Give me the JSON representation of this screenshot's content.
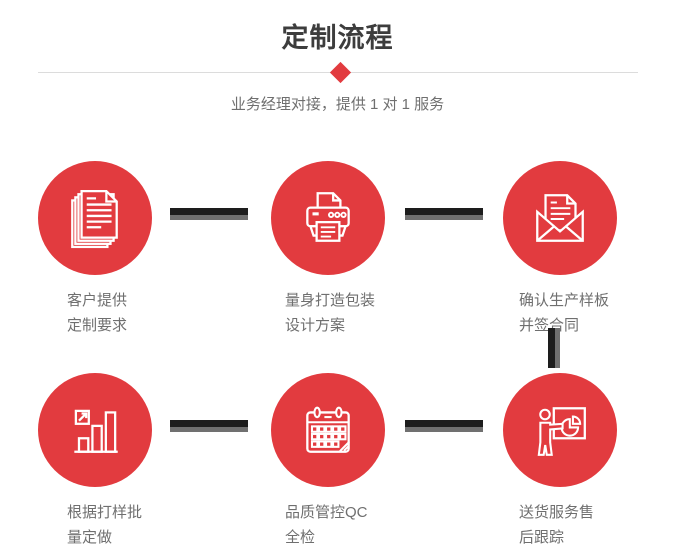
{
  "header": {
    "title": "定制流程",
    "subtitle": "业务经理对接，提供 1 对 1 服务"
  },
  "colors": {
    "accent_red": "#e23b3f",
    "title_text": "#3d3d3d",
    "body_text": "#6f6f6f",
    "connector_dark": "#1d1d1d",
    "connector_gray": "#707070",
    "divider_gray": "#dcdcdc",
    "icon_stroke": "#ffffff"
  },
  "steps": [
    {
      "icon": "documents-icon",
      "label": [
        "客户提供",
        "定制要求"
      ]
    },
    {
      "icon": "printer-icon",
      "label": [
        "量身打造包装",
        "设计方案"
      ]
    },
    {
      "icon": "envelope-icon",
      "label": [
        "确认生产样板",
        "并签合同"
      ]
    },
    {
      "icon": "bar-chart-icon",
      "label": [
        "根据打样批",
        "量定做"
      ]
    },
    {
      "icon": "calendar-icon",
      "label": [
        "品质管控QC",
        "全检"
      ]
    },
    {
      "icon": "presenter-icon",
      "label": [
        "送货服务售",
        "后跟踪"
      ]
    }
  ]
}
